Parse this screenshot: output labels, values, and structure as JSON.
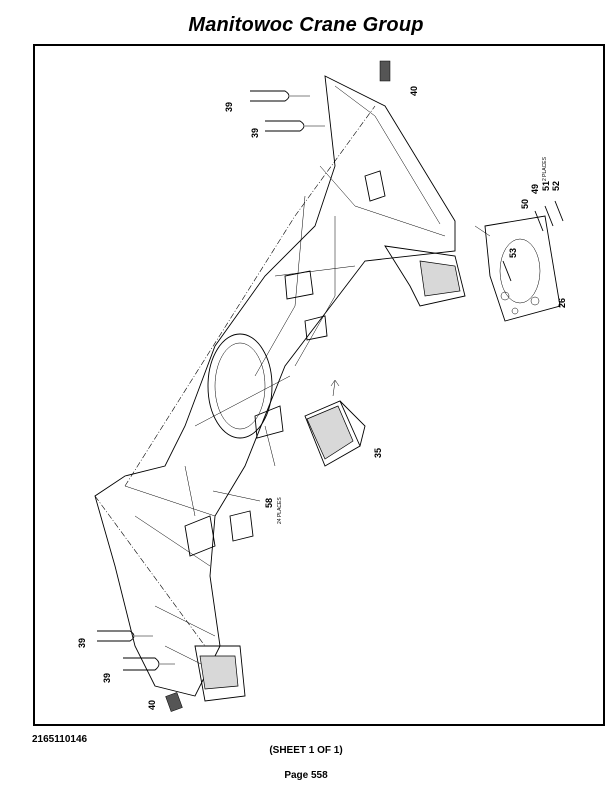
{
  "header": {
    "title": "Manitowoc Crane Group"
  },
  "drawing": {
    "callouts": {
      "c39a": "39",
      "c39b": "39",
      "c39c": "39",
      "c39d": "39",
      "c40a": "40",
      "c40b": "40",
      "c26": "26",
      "c35": "35",
      "c49": "49",
      "c50": "50",
      "c51": "51",
      "c52": "52",
      "c53": "53",
      "c58": "58"
    },
    "notes": {
      "two_places": "2 PLACES",
      "twentyfour_places": "24 PLACES"
    }
  },
  "footer": {
    "document_number": "2165110146",
    "sheet": "(SHEET 1 OF 1)",
    "page": "Page 558"
  }
}
